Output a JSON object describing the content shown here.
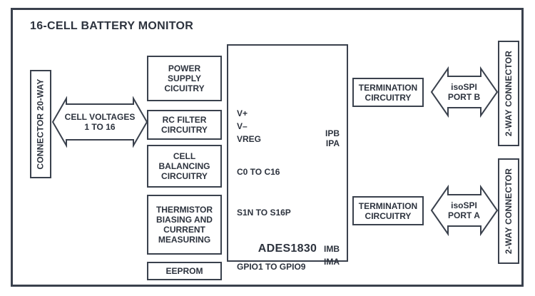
{
  "diagram": {
    "title": "16-CELL BATTERY MONITOR",
    "colors": {
      "line": "#3a414d",
      "text": "#2d333e",
      "background": "#ffffff"
    },
    "left_connector": {
      "label": "CONNECTOR 20-WAY"
    },
    "cell_voltages_arrow": {
      "lines": [
        "CELL VOLTAGES",
        "1 TO 16"
      ]
    },
    "blocks": {
      "power_supply": {
        "lines": [
          "POWER",
          "SUPPLY",
          "CICUITRY"
        ]
      },
      "rc_filter": {
        "lines": [
          "RC FILTER",
          "CIRCUITRY"
        ]
      },
      "cell_balancing": {
        "lines": [
          "CELL",
          "BALANCING",
          "CIRCUITRY"
        ]
      },
      "thermistor": {
        "lines": [
          "THERMISTOR",
          "BIASING AND",
          "CURRENT",
          "MEASURING"
        ]
      },
      "eeprom": {
        "lines": [
          "EEPROM"
        ]
      }
    },
    "chip": {
      "name": "ADES1830",
      "left_pins": [
        "V+",
        "V–",
        "VREG",
        "C0 TO C16",
        "S1N TO S16P",
        "GPIO1 TO GPIO9"
      ],
      "right_pins": [
        "IPB",
        "IPA",
        "IMB",
        "IMA"
      ]
    },
    "termination_top": {
      "lines": [
        "TERMINATION",
        "CIRCUITRY"
      ]
    },
    "termination_bottom": {
      "lines": [
        "TERMINATION",
        "CIRCUITRY"
      ]
    },
    "isospi_port_b": {
      "lines": [
        "isoSPI",
        "PORT B"
      ]
    },
    "isospi_port_a": {
      "lines": [
        "isoSPI",
        "PORT A"
      ]
    },
    "right_connector_top": {
      "label": "2-WAY CONNECTOR"
    },
    "right_connector_bottom": {
      "label": "2-WAY CONNECTOR"
    }
  }
}
